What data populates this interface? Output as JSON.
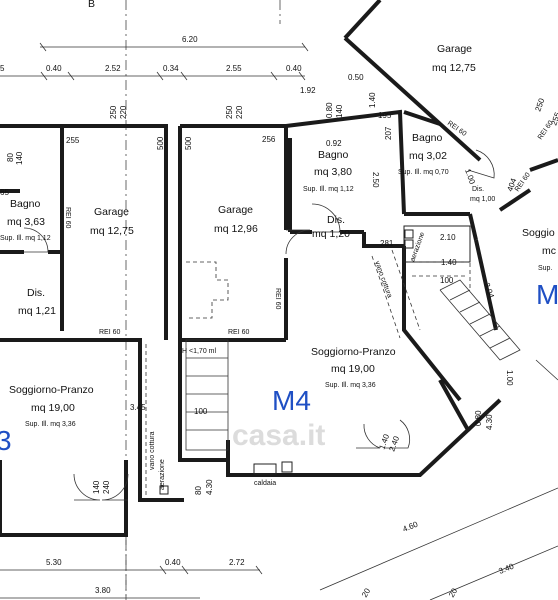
{
  "header_letter": "B",
  "units": {
    "m4": "M4",
    "m3_partial": "3",
    "m5_partial": "M"
  },
  "watermark": "casa.it",
  "rooms": {
    "bagno_left": {
      "name": "Bagno",
      "area": "mq 3,63",
      "sup": "Sup. Ill. mq 1,12"
    },
    "dis_left": {
      "name": "Dis.",
      "area": "mq 1,21"
    },
    "garage_1": {
      "name": "Garage",
      "area": "mq 12,75"
    },
    "garage_2": {
      "name": "Garage",
      "area": "mq 12,96"
    },
    "bagno_mid": {
      "name": "Bagno",
      "area": "mq 3,80",
      "sup": "Sup. Ill. mq 1,12"
    },
    "dis_mid": {
      "name": "Dis.",
      "area": "mq 1,20"
    },
    "bagno_right": {
      "name": "Bagno",
      "area": "mq 3,02",
      "sup": "Sup. Ill. mq 0,70"
    },
    "dis_right": {
      "name": "Dis.",
      "area": "mq 1,00"
    },
    "garage_3": {
      "name": "Garage",
      "area": "mq 12,75"
    },
    "soggiorno_left": {
      "name": "Soggiorno-Pranzo",
      "area": "mq 19,00",
      "sup": "Sup. Ill. mq 3,36"
    },
    "soggiorno_m4": {
      "name": "Soggiorno-Pranzo",
      "area": "mq 19,00",
      "sup": "Sup. Ill. mq 3,36"
    },
    "soggio_edge": {
      "name": "Soggio",
      "area": "mc",
      "sup": "Sup."
    }
  },
  "labels": {
    "rei60_a": "REI 60",
    "rei60_b": "REI 60",
    "rei60_c": "REI 60",
    "rei60_d": "REI 60",
    "rei60_e": "REI 60",
    "rei60_f": "REI 60",
    "rei60_g": "REI 60",
    "vano_cottura_left": "vano cottura",
    "aerazione_left": "aerazione",
    "vano_cottura_right": "vano cottura",
    "aerazione_right": "aerazione",
    "h_note": "H <1,70 ml",
    "caldaia": "caldaia"
  },
  "dims": {
    "d620": "6.20",
    "d5": "5",
    "d040a": "0.40",
    "d252": "2.52",
    "d034": "0.34",
    "d255top": "2.55",
    "d040b": "0.40",
    "d250a": "250",
    "d220a": "220",
    "d250b": "250",
    "d220b": "220",
    "d80": "80",
    "d140": "140",
    "d65": "65",
    "d255": "255",
    "d500a": "500",
    "d500b": "500",
    "d256": "256",
    "d192": "1.92",
    "d080a": "0.80",
    "d140b": "140",
    "d092": "0.92",
    "d050": "0.50",
    "d140c": "1.40",
    "d195": "195",
    "d207": "207",
    "d250c": "2.50",
    "d281": "281",
    "d210": "2.10",
    "d140d": "1.40",
    "d100a": "100",
    "d304": "3.04",
    "d100b": "1.00",
    "d404": "404",
    "d250d": "250",
    "d255r": "255",
    "d345": "3.45",
    "d100c": "100",
    "d140e": "140",
    "d240a": "240",
    "d80b": "80",
    "d430a": "4.30",
    "d140f": "1.40",
    "d240b": "2.40",
    "d080b": "0.80",
    "d430b": "4.30",
    "d100d": "1.00",
    "d530": "5.30",
    "d040c": "0.40",
    "d272": "2.72",
    "d380": "3.80",
    "d460": "4.60",
    "d340": "3.40",
    "d20": "20",
    "d20b": "20"
  }
}
